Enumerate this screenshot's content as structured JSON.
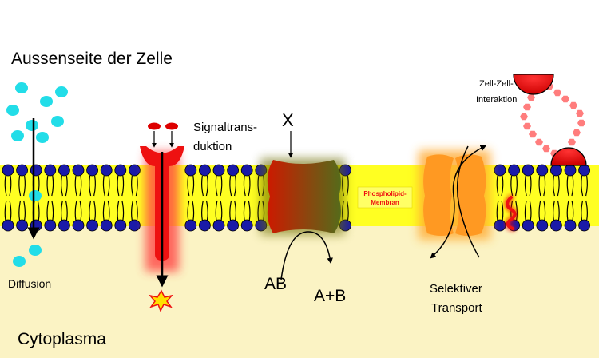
{
  "labels": {
    "outside": "Aussenseite der Zelle",
    "cytoplasm": "Cytoplasma",
    "diffusion": "Diffusion",
    "signal_line1": "Signaltrans-",
    "signal_line2": "duktion",
    "x_label": "X",
    "ab_label": "AB",
    "aplusb_label": "A+B",
    "membrane_line1": "Phospholipid-",
    "membrane_line2": "Membran",
    "transport_line1": "Selektiver",
    "transport_line2": "Transport",
    "interaction_line1": "Zell-Zell-",
    "interaction_line2": "Interaktion"
  },
  "colors": {
    "cytoplasm": "#fbf3c4",
    "membrane": "#ffff22",
    "lipid_head": "#1a1aa8",
    "diffusion_molecule": "#22dde8",
    "receptor": "#ee1111",
    "enzyme": "#aa2200",
    "transporter": "#ff9922",
    "interaction": "#ff6666"
  }
}
